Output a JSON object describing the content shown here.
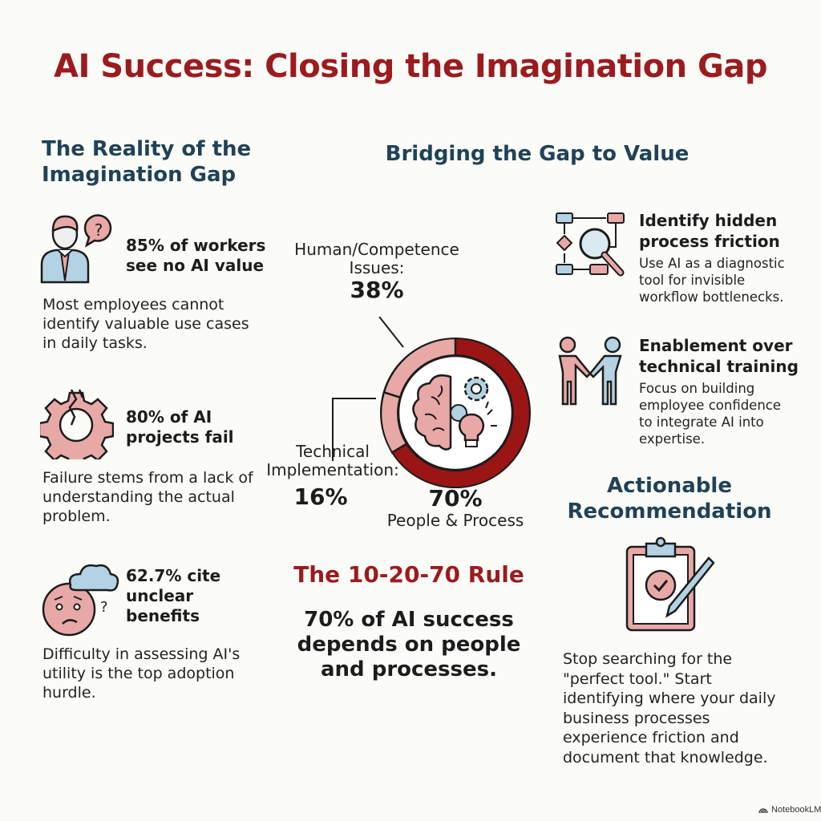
{
  "title": "AI Success: Closing the Imagination Gap",
  "left": {
    "heading_line1": "The Reality of the",
    "heading_line2": "Imagination Gap",
    "items": [
      {
        "icon": "confused-worker-icon",
        "stat_line1": "85% of workers",
        "stat_line2": "see no AI value",
        "desc_line1": "Most employees cannot",
        "desc_line2": "identify valuable use cases",
        "desc_line3": "in daily tasks."
      },
      {
        "icon": "broken-gear-icon",
        "stat_line1": "80% of AI",
        "stat_line2": "projects fail",
        "desc_line1": "Failure stems from a lack of",
        "desc_line2": "understanding the actual",
        "desc_line3": "problem."
      },
      {
        "icon": "worried-face-cloud-icon",
        "stat_line1": "62.7% cite",
        "stat_line2": "unclear",
        "stat_line3": "benefits",
        "desc_line1": "Difficulty in assessing AI's",
        "desc_line2": "utility is the top adoption",
        "desc_line3": "hurdle."
      }
    ]
  },
  "center": {
    "heading": "Bridging the Gap to Value",
    "rule": {
      "heading": "The 10-20-70 Rule",
      "text_line1": "70% of AI success",
      "text_line2": "depends on people",
      "text_line3": "and processes."
    }
  },
  "chart_data": {
    "type": "pie",
    "style": "donut",
    "center_icon": "brain-gears-lightbulb-icon",
    "segments": [
      {
        "label": "People & Process",
        "value": 70,
        "color": "#9b1515"
      },
      {
        "label": "Technical Implementation:",
        "value": 16,
        "color": "#e8a9a6"
      },
      {
        "label": "Human/Competence Issues:",
        "value": 38,
        "color": "#e8a9a6"
      }
    ],
    "labels": {
      "human_line1": "Human/Competence",
      "human_line2": "Issues:",
      "human_pct": "38%",
      "tech_line1": "Technical",
      "tech_line2": "Implementation:",
      "tech_pct": "16%",
      "people_pct": "70%",
      "people_label": "People & Process"
    }
  },
  "right": {
    "items": [
      {
        "icon": "process-magnifier-icon",
        "head_line1": "Identify hidden",
        "head_line2": "process friction",
        "desc_line1": "Use AI as a diagnostic",
        "desc_line2": "tool for invisible",
        "desc_line3": "workflow bottlenecks."
      },
      {
        "icon": "handshake-people-icon",
        "head_line1": "Enablement over",
        "head_line2": "technical training",
        "desc_line1": "Focus on building",
        "desc_line2": "employee confidence",
        "desc_line3": "to integrate AI into",
        "desc_line4": "expertise."
      }
    ],
    "recommendation": {
      "heading_line1": "Actionable",
      "heading_line2": "Recommendation",
      "icon": "clipboard-check-pen-icon",
      "text_line1": "Stop searching for the",
      "text_line2": "\"perfect tool.\" Start",
      "text_line3": "identifying where your daily",
      "text_line4": "business processes",
      "text_line5": "experience friction and",
      "text_line6": "document that knowledge."
    }
  },
  "footer": {
    "brand": "NotebookLM"
  },
  "colors": {
    "title_red": "#9b1b1e",
    "heading_navy": "#1f4257",
    "pink": "#e8a9a6",
    "light_blue": "#b3d2e3",
    "dark_red": "#9b1515",
    "background": "#fbfbf8"
  }
}
